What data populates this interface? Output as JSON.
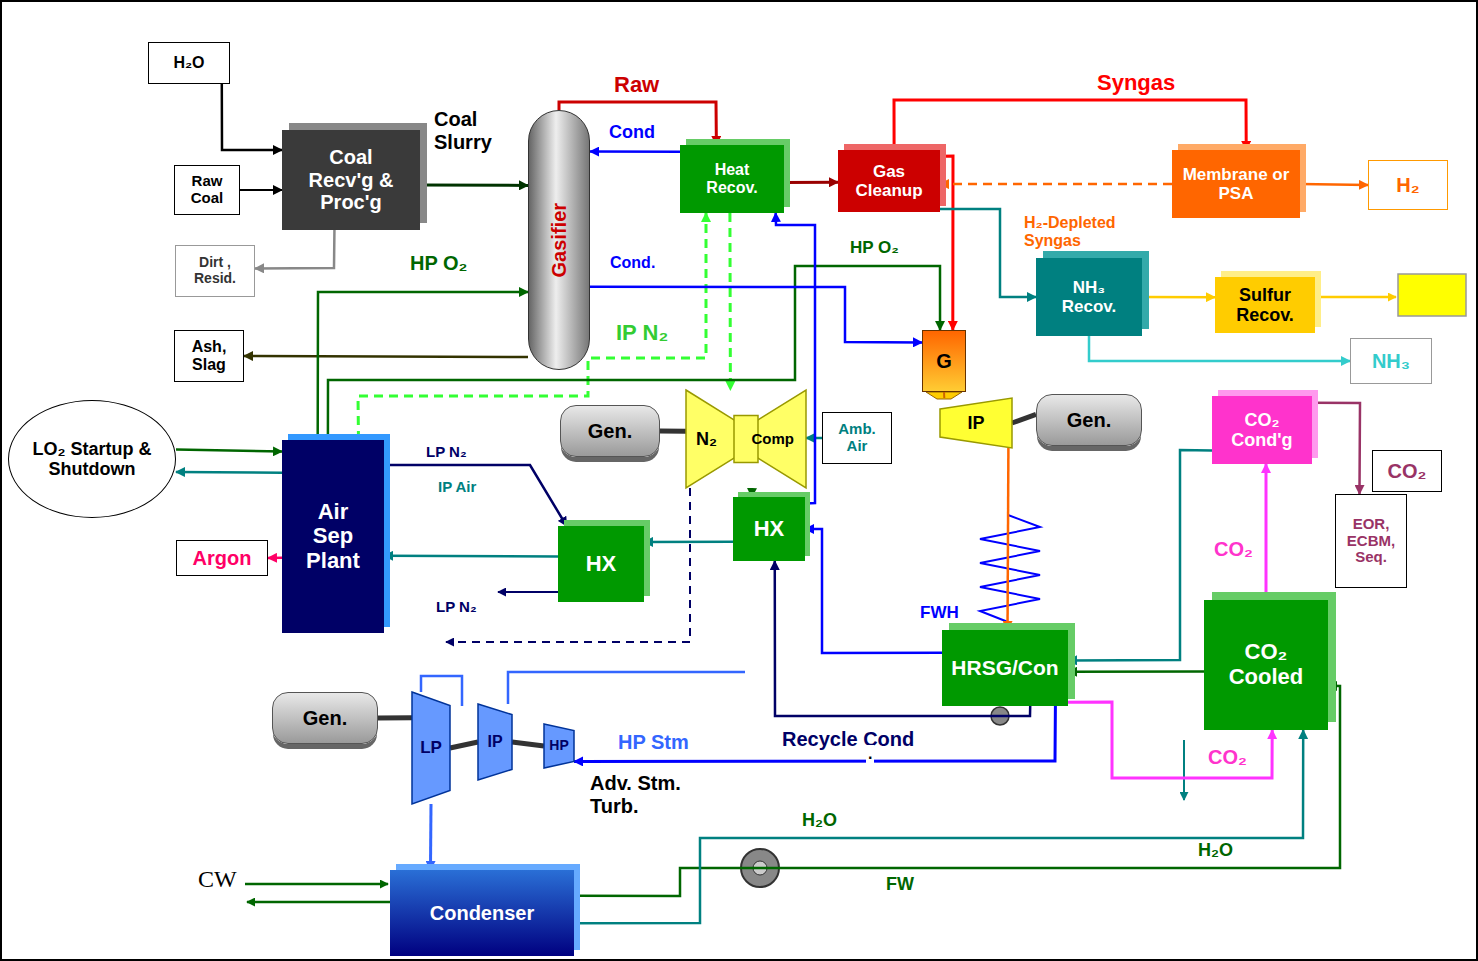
{
  "diagram": {
    "nodes": [
      {
        "text": [
          "H₂O"
        ]
      },
      {
        "text": [
          "Raw Coal"
        ]
      },
      {
        "text": [
          "Coal Recv'g & Proc'g"
        ]
      },
      {
        "text": [
          "Gasifier"
        ]
      },
      {
        "text": [
          "Heat Recov."
        ]
      },
      {
        "text": [
          "Gas Cleanup"
        ]
      },
      {
        "text": [
          "Membrane or PSA"
        ]
      },
      {
        "text": [
          "H₂"
        ]
      },
      {
        "text": [
          "Dirt , Resid."
        ]
      },
      {
        "text": [
          "Ash, Slag"
        ]
      },
      {
        "text": [
          "NH₃ Recov."
        ]
      },
      {
        "text": [
          "Sulfur Recov."
        ]
      },
      {
        "text": [
          "NH₃"
        ]
      },
      {
        "text": [
          "LO₂ Startup & Shutdown"
        ]
      },
      {
        "text": [
          "Air Sep Plant"
        ]
      },
      {
        "text": [
          "Argon"
        ]
      },
      {
        "text": [
          "HX"
        ]
      },
      {
        "text": [
          "Gen."
        ]
      },
      {
        "text": [
          "N₂",
          "Comp"
        ]
      },
      {
        "text": [
          "Amb. Air"
        ]
      },
      {
        "text": [
          "HX"
        ]
      },
      {
        "text": [
          "G"
        ]
      },
      {
        "text": [
          "IP"
        ]
      },
      {
        "text": [
          "Gen."
        ]
      },
      {
        "text": [
          "CO₂ Cond'g"
        ]
      },
      {
        "text": [
          "CO₂"
        ]
      },
      {
        "text": [
          "EOR, ECBM, Seq."
        ]
      },
      {
        "text": [
          "HRSG/Con"
        ]
      },
      {
        "text": [
          "CO₂ Cooled"
        ]
      },
      {
        "text": [
          "Gen."
        ]
      },
      {
        "text": [
          "LP"
        ]
      },
      {
        "text": [
          "IP"
        ]
      },
      {
        "text": [
          "HP"
        ]
      },
      {
        "text": [
          "Condenser"
        ]
      }
    ],
    "edges": [
      {
        "from": 0,
        "to": 2,
        "arrow": "to"
      },
      {
        "from": 1,
        "to": 2,
        "arrow": "to"
      },
      {
        "from": 2,
        "to": 8,
        "arrow": "to"
      },
      {
        "from": 2,
        "to": 3,
        "arrow": "to"
      },
      {
        "from": 3,
        "to": 4,
        "arrow": "to"
      },
      {
        "from": 4,
        "to": 3,
        "arrow": "to"
      },
      {
        "from": 3,
        "to": 9,
        "arrow": "to"
      },
      {
        "from": 14,
        "to": 3,
        "arrow": "to"
      },
      {
        "from": 4,
        "to": 5,
        "arrow": "to"
      },
      {
        "from": 5,
        "to": 6,
        "arrow": "to"
      },
      {
        "from": 5,
        "to": 21,
        "arrow": "to"
      },
      {
        "from": 6,
        "to": 7,
        "arrow": "to"
      },
      {
        "from": 6,
        "to": 5,
        "arrow": "to"
      },
      {
        "from": 5,
        "to": 10,
        "arrow": "to"
      },
      {
        "from": 10,
        "to": 11,
        "arrow": "to"
      },
      {
        "from": 10,
        "to": 12,
        "arrow": "to"
      },
      {
        "from": 13,
        "to": 14,
        "arrow": "to"
      },
      {
        "from": 14,
        "to": 13,
        "arrow": "to"
      },
      {
        "from": 14,
        "to": 15,
        "arrow": "to"
      },
      {
        "from": 14,
        "to": 16,
        "arrow": "to"
      },
      {
        "from": 16,
        "to": 14,
        "arrow": "to"
      },
      {
        "from": 20,
        "to": 16,
        "arrow": "to"
      },
      {
        "from": 18,
        "to": 20,
        "arrow": "to"
      },
      {
        "from": 19,
        "to": 18,
        "arrow": "to"
      },
      {
        "from": 17,
        "to": 18,
        "arrow": "none"
      },
      {
        "from": 14,
        "to": 4,
        "arrow": "to"
      },
      {
        "from": 4,
        "to": 18,
        "arrow": "to"
      },
      {
        "from": 14,
        "to": 21,
        "arrow": "to"
      },
      {
        "from": 21,
        "to": 22,
        "arrow": "none"
      },
      {
        "from": 22,
        "to": 23,
        "arrow": "none"
      },
      {
        "from": 22,
        "to": 27,
        "arrow": "to"
      },
      {
        "from": 27,
        "to": 32,
        "arrow": "to"
      },
      {
        "from": 28,
        "to": 27,
        "arrow": "to"
      },
      {
        "from": 28,
        "to": 24,
        "arrow": "to"
      },
      {
        "from": 24,
        "to": 26,
        "arrow": "to"
      },
      {
        "from": 30,
        "to": 33,
        "arrow": "to"
      },
      {
        "from": 33,
        "to": 28,
        "arrow": "to"
      },
      {
        "from": 33,
        "to": 28,
        "arrow": "to"
      },
      {
        "from": 24,
        "to": 27,
        "arrow": "to"
      },
      {
        "from": 27,
        "to": 28,
        "arrow": "to"
      },
      {
        "from": 27,
        "to": 20,
        "arrow": "to"
      },
      {
        "from": 27,
        "to": 20,
        "arrow": "to"
      },
      {
        "from": 3,
        "to": 21,
        "arrow": "to"
      },
      {
        "from": 20,
        "to": 4,
        "arrow": "to"
      },
      {
        "from": 29,
        "to": 30,
        "arrow": "none"
      },
      {
        "from": 30,
        "to": 31,
        "arrow": "none"
      },
      {
        "from": 31,
        "to": 32,
        "arrow": "none"
      }
    ],
    "labels": [
      "Coal Slurry",
      "Raw",
      "Cond",
      "Syngas",
      "H₂-Depleted Syngas",
      "HP O₂",
      "Cond.",
      "HP O₂",
      "IP N₂",
      "LP N₂",
      "IP Air",
      "LP N₂",
      "CO₂",
      "FWH",
      "HP Stm",
      "Recycle Cond",
      ".",
      "CO₂",
      "Adv. Stm. Turb.",
      "H₂O",
      "H₂O",
      "FW",
      "CW"
    ]
  }
}
